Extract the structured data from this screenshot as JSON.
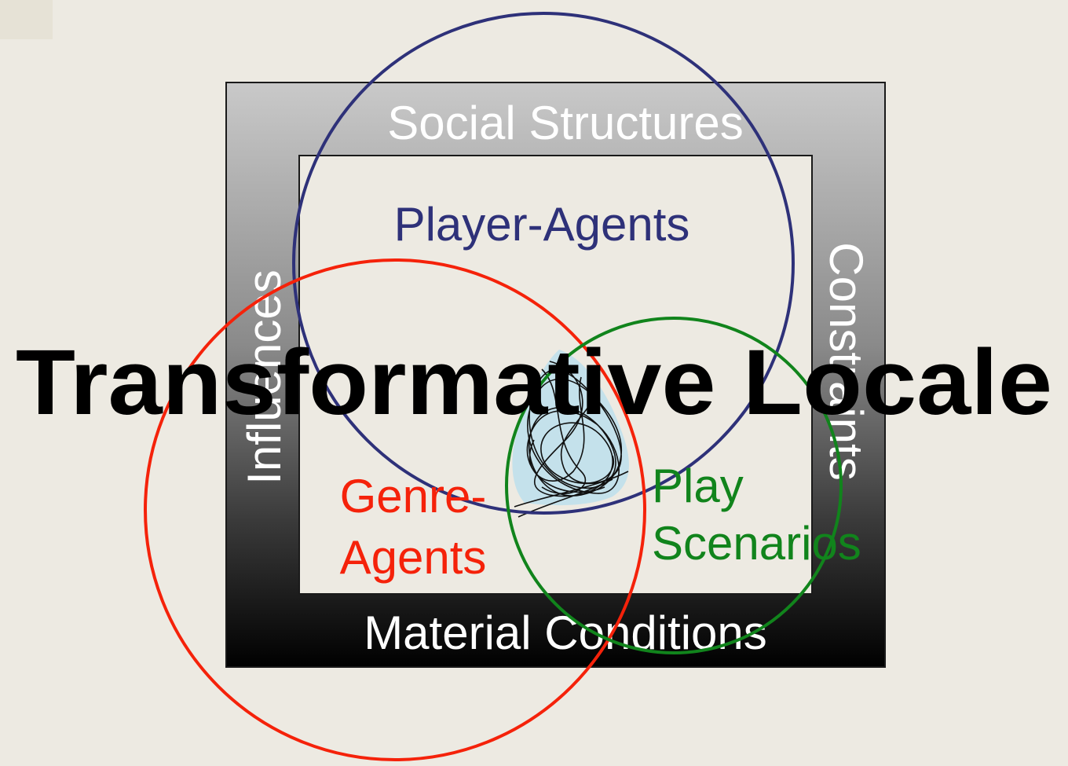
{
  "diagram": {
    "frame_labels": {
      "top": "Social Structures",
      "bottom": "Material Conditions",
      "left": "Influences",
      "right": "Constraints"
    },
    "circles": [
      {
        "name": "player-agents",
        "color": "#2e3179",
        "lines": [
          "Player-Agents"
        ]
      },
      {
        "name": "genre-agents",
        "color": "#f5220a",
        "lines": [
          "Genre-",
          "Agents"
        ]
      },
      {
        "name": "play-scenarios",
        "color": "#11841c",
        "lines": [
          "Play",
          "Scenarios"
        ]
      }
    ],
    "title": "Transformative Locale",
    "scribble_color": "#bfe0ec"
  }
}
